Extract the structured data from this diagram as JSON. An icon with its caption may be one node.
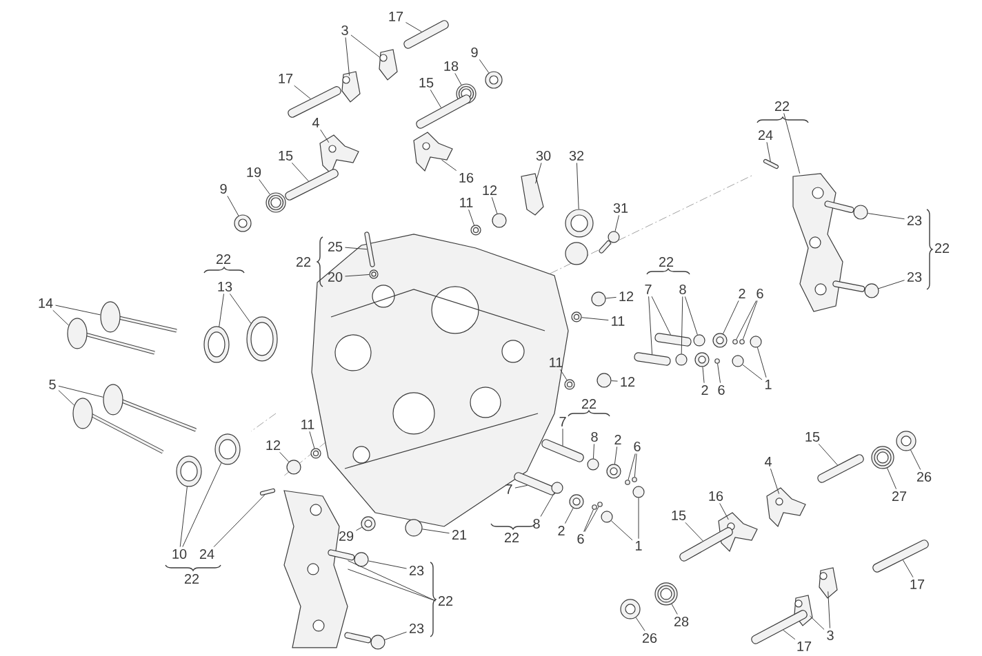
{
  "diagram": {
    "nodes": [
      {
        "text": [
          "17"
        ]
      },
      {
        "text": [
          "3"
        ]
      },
      {
        "text": [
          "9"
        ]
      },
      {
        "text": [
          "18"
        ]
      },
      {
        "text": [
          "17"
        ]
      },
      {
        "text": [
          "15"
        ]
      },
      {
        "text": [
          "4"
        ]
      },
      {
        "text": [
          "30"
        ]
      },
      {
        "text": [
          "32"
        ]
      },
      {
        "text": [
          "15"
        ]
      },
      {
        "text": [
          "19"
        ]
      },
      {
        "text": [
          "16"
        ]
      },
      {
        "text": [
          "9"
        ]
      },
      {
        "text": [
          "12"
        ]
      },
      {
        "text": [
          "11"
        ]
      },
      {
        "text": [
          "31"
        ]
      },
      {
        "text": [
          "23"
        ]
      },
      {
        "text": [
          "25"
        ]
      },
      {
        "text": [
          "20"
        ]
      },
      {
        "text": [
          "23"
        ]
      },
      {
        "text": [
          "13"
        ]
      },
      {
        "text": [
          "7"
        ]
      },
      {
        "text": [
          "8"
        ]
      },
      {
        "text": [
          "2"
        ]
      },
      {
        "text": [
          "6"
        ]
      },
      {
        "text": [
          "12"
        ]
      },
      {
        "text": [
          "14"
        ]
      },
      {
        "text": [
          "11"
        ]
      },
      {
        "text": [
          "11"
        ]
      },
      {
        "text": [
          "12"
        ]
      },
      {
        "text": [
          "1"
        ]
      },
      {
        "text": [
          "2"
        ]
      },
      {
        "text": [
          "6"
        ]
      },
      {
        "text": [
          "5"
        ]
      },
      {
        "text": [
          "11"
        ]
      },
      {
        "text": [
          "7"
        ]
      },
      {
        "text": [
          "8"
        ]
      },
      {
        "text": [
          "2"
        ]
      },
      {
        "text": [
          "6"
        ]
      },
      {
        "text": [
          "15"
        ]
      },
      {
        "text": [
          "12"
        ]
      },
      {
        "text": [
          "4"
        ]
      },
      {
        "text": [
          "26"
        ]
      },
      {
        "text": [
          "7"
        ]
      },
      {
        "text": [
          "27"
        ]
      },
      {
        "text": [
          "16"
        ]
      },
      {
        "text": [
          "15"
        ]
      },
      {
        "text": [
          "8"
        ]
      },
      {
        "text": [
          "2"
        ]
      },
      {
        "text": [
          "29"
        ]
      },
      {
        "text": [
          "21"
        ]
      },
      {
        "text": [
          "6"
        ]
      },
      {
        "text": [
          "1"
        ]
      },
      {
        "text": [
          "10"
        ]
      },
      {
        "text": [
          "24"
        ]
      },
      {
        "text": [
          "23"
        ]
      },
      {
        "text": [
          "17"
        ]
      },
      {
        "text": [
          "22"
        ]
      },
      {
        "text": [
          "28"
        ]
      },
      {
        "text": [
          "23"
        ]
      },
      {
        "text": [
          "3"
        ]
      },
      {
        "text": [
          "26"
        ]
      },
      {
        "text": [
          "17"
        ]
      },
      {
        "text": [
          "22"
        ]
      },
      {
        "text": [
          "24"
        ]
      },
      {
        "text": [],
        "shape": "picture"
      },
      {
        "text": [],
        "shape": "picture"
      },
      {
        "text": [],
        "shape": "picture"
      },
      {
        "text": [],
        "shape": "picture"
      },
      {
        "text": [],
        "shape": "picture"
      },
      {
        "text": [],
        "shape": "picture"
      },
      {
        "text": [],
        "shape": "picture"
      },
      {
        "text": [],
        "shape": "picture"
      },
      {
        "text": [],
        "shape": "picture"
      },
      {
        "text": [],
        "shape": "picture"
      },
      {
        "text": [],
        "shape": "picture"
      },
      {
        "text": [],
        "shape": "picture"
      },
      {
        "text": [],
        "shape": "picture"
      },
      {
        "text": [],
        "shape": "picture"
      },
      {
        "text": [],
        "shape": "circle"
      },
      {
        "text": [],
        "shape": "picture"
      },
      {
        "text": [],
        "shape": "picture"
      },
      {
        "text": [],
        "shape": "picture"
      },
      {
        "text": [],
        "shape": "picture"
      },
      {
        "text": [],
        "shape": "picture"
      },
      {
        "text": [],
        "shape": "picture"
      },
      {
        "text": [],
        "shape": "picture"
      },
      {
        "text": [],
        "shape": "picture"
      },
      {
        "text": [],
        "shape": "picture"
      },
      {
        "text": [],
        "shape": "picture"
      },
      {
        "text": [],
        "shape": "circle"
      },
      {
        "text": [],
        "shape": "circle"
      },
      {
        "text": [],
        "shape": "picture"
      },
      {
        "text": [],
        "shape": "circle"
      },
      {
        "text": [],
        "shape": "circle"
      },
      {
        "text": [],
        "shape": "circle"
      },
      {
        "text": [],
        "shape": "picture"
      },
      {
        "text": [],
        "shape": "picture"
      },
      {
        "text": [],
        "shape": "picture"
      },
      {
        "text": [],
        "shape": "picture"
      },
      {
        "text": [],
        "shape": "circle"
      },
      {
        "text": [],
        "shape": "circle"
      },
      {
        "text": [],
        "shape": "circle"
      },
      {
        "text": [],
        "shape": "picture"
      },
      {
        "text": [],
        "shape": "circle"
      },
      {
        "text": [],
        "shape": "picture"
      },
      {
        "text": [],
        "shape": "picture"
      },
      {
        "text": [],
        "shape": "picture"
      },
      {
        "text": [],
        "shape": "picture"
      },
      {
        "text": [],
        "shape": "circle"
      },
      {
        "text": [],
        "shape": "picture"
      },
      {
        "text": [],
        "shape": "circle"
      },
      {
        "text": [],
        "shape": "circle"
      },
      {
        "text": [],
        "shape": "picture"
      },
      {
        "text": [],
        "shape": "circle"
      },
      {
        "text": [],
        "shape": "picture"
      },
      {
        "text": [],
        "shape": "picture"
      },
      {
        "text": [],
        "shape": "picture"
      },
      {
        "text": [],
        "shape": "picture"
      },
      {
        "text": [],
        "shape": "picture"
      },
      {
        "text": [],
        "shape": "picture"
      },
      {
        "text": [],
        "shape": "circle"
      },
      {
        "text": [],
        "shape": "picture"
      },
      {
        "text": [],
        "shape": "picture"
      },
      {
        "text": [],
        "shape": "circle"
      },
      {
        "text": [],
        "shape": "circle"
      },
      {
        "text": [],
        "shape": "circle"
      },
      {
        "text": [],
        "shape": "circle"
      },
      {
        "text": [],
        "shape": "circle"
      },
      {
        "text": [],
        "shape": "picture"
      },
      {
        "text": [],
        "shape": "picture"
      },
      {
        "text": [],
        "shape": "picture"
      },
      {
        "text": [],
        "shape": "picture"
      },
      {
        "text": [],
        "shape": "picture"
      },
      {
        "text": [],
        "shape": "picture"
      },
      {
        "text": [],
        "shape": "picture"
      },
      {
        "text": [],
        "shape": "picture"
      },
      {
        "text": [],
        "shape": "picture"
      },
      {
        "text": [],
        "shape": "picture"
      },
      {
        "text": [],
        "shape": "picture"
      },
      {
        "text": [],
        "shape": "picture"
      },
      {
        "text": [],
        "shape": "picture"
      },
      {
        "text": [],
        "shape": "picture"
      }
    ],
    "edges": [
      {
        "from": 0,
        "to": 65,
        "arrow": "none"
      },
      {
        "from": 1,
        "to": 66,
        "arrow": "none"
      },
      {
        "from": 1,
        "to": 67,
        "arrow": "none"
      },
      {
        "from": 2,
        "to": 68,
        "arrow": "none"
      },
      {
        "from": 3,
        "to": 69,
        "arrow": "none"
      },
      {
        "from": 4,
        "to": 70,
        "arrow": "none"
      },
      {
        "from": 5,
        "to": 71,
        "arrow": "none"
      },
      {
        "from": 6,
        "to": 72,
        "arrow": "none"
      },
      {
        "from": 7,
        "to": 73,
        "arrow": "none"
      },
      {
        "from": 8,
        "to": 74,
        "arrow": "none"
      },
      {
        "from": 9,
        "to": 75,
        "arrow": "none"
      },
      {
        "from": 10,
        "to": 76,
        "arrow": "none"
      },
      {
        "from": 11,
        "to": 77,
        "arrow": "none"
      },
      {
        "from": 12,
        "to": 78,
        "arrow": "none"
      },
      {
        "from": 13,
        "to": 79,
        "arrow": "none"
      },
      {
        "from": 14,
        "to": 80,
        "arrow": "none"
      },
      {
        "from": 15,
        "to": 81,
        "arrow": "none"
      },
      {
        "from": 16,
        "to": 82,
        "arrow": "none"
      },
      {
        "from": 17,
        "to": 83,
        "arrow": "none"
      },
      {
        "from": 18,
        "to": 84,
        "arrow": "none"
      },
      {
        "from": 19,
        "to": 85,
        "arrow": "none"
      },
      {
        "from": 20,
        "to": 86,
        "arrow": "none"
      },
      {
        "from": 20,
        "to": 87,
        "arrow": "none"
      },
      {
        "from": 21,
        "to": 88,
        "arrow": "none"
      },
      {
        "from": 21,
        "to": 89,
        "arrow": "none"
      },
      {
        "from": 22,
        "to": 90,
        "arrow": "none"
      },
      {
        "from": 22,
        "to": 91,
        "arrow": "none"
      },
      {
        "from": 23,
        "to": 92,
        "arrow": "none"
      },
      {
        "from": 24,
        "to": 93,
        "arrow": "none"
      },
      {
        "from": 24,
        "to": 94,
        "arrow": "none"
      },
      {
        "from": 25,
        "to": 95,
        "arrow": "none"
      },
      {
        "from": 26,
        "to": 96,
        "arrow": "none"
      },
      {
        "from": 26,
        "to": 97,
        "arrow": "none"
      },
      {
        "from": 27,
        "to": 98,
        "arrow": "none"
      },
      {
        "from": 28,
        "to": 99,
        "arrow": "none"
      },
      {
        "from": 29,
        "to": 100,
        "arrow": "none"
      },
      {
        "from": 30,
        "to": 101,
        "arrow": "none"
      },
      {
        "from": 30,
        "to": 102,
        "arrow": "none"
      },
      {
        "from": 31,
        "to": 103,
        "arrow": "none"
      },
      {
        "from": 32,
        "to": 104,
        "arrow": "none"
      },
      {
        "from": 33,
        "to": 105,
        "arrow": "none"
      },
      {
        "from": 33,
        "to": 106,
        "arrow": "none"
      },
      {
        "from": 34,
        "to": 107,
        "arrow": "none"
      },
      {
        "from": 35,
        "to": 108,
        "arrow": "none"
      },
      {
        "from": 36,
        "to": 109,
        "arrow": "none"
      },
      {
        "from": 37,
        "to": 110,
        "arrow": "none"
      },
      {
        "from": 38,
        "to": 111,
        "arrow": "none"
      },
      {
        "from": 38,
        "to": 112,
        "arrow": "none"
      },
      {
        "from": 39,
        "to": 113,
        "arrow": "none"
      },
      {
        "from": 40,
        "to": 114,
        "arrow": "none"
      },
      {
        "from": 41,
        "to": 115,
        "arrow": "none"
      },
      {
        "from": 42,
        "to": 116,
        "arrow": "none"
      },
      {
        "from": 43,
        "to": 117,
        "arrow": "none"
      },
      {
        "from": 44,
        "to": 118,
        "arrow": "none"
      },
      {
        "from": 45,
        "to": 119,
        "arrow": "none"
      },
      {
        "from": 46,
        "to": 120,
        "arrow": "none"
      },
      {
        "from": 47,
        "to": 121,
        "arrow": "none"
      },
      {
        "from": 48,
        "to": 122,
        "arrow": "none"
      },
      {
        "from": 49,
        "to": 123,
        "arrow": "none"
      },
      {
        "from": 50,
        "to": 124,
        "arrow": "none"
      },
      {
        "from": 51,
        "to": 125,
        "arrow": "none"
      },
      {
        "from": 51,
        "to": 126,
        "arrow": "none"
      },
      {
        "from": 52,
        "to": 127,
        "arrow": "none"
      },
      {
        "from": 52,
        "to": 128,
        "arrow": "none"
      },
      {
        "from": 53,
        "to": 129,
        "arrow": "none"
      },
      {
        "from": 53,
        "to": 130,
        "arrow": "none"
      },
      {
        "from": 54,
        "to": 131,
        "arrow": "none"
      },
      {
        "from": 55,
        "to": 132,
        "arrow": "none"
      },
      {
        "from": 56,
        "to": 133,
        "arrow": "none"
      },
      {
        "from": 57,
        "to": 134,
        "arrow": "none"
      },
      {
        "from": 57,
        "to": 134,
        "arrow": "none"
      },
      {
        "from": 58,
        "to": 135,
        "arrow": "none"
      },
      {
        "from": 59,
        "to": 136,
        "arrow": "none"
      },
      {
        "from": 60,
        "to": 137,
        "arrow": "none"
      },
      {
        "from": 60,
        "to": 138,
        "arrow": "none"
      },
      {
        "from": 61,
        "to": 139,
        "arrow": "none"
      },
      {
        "from": 62,
        "to": 140,
        "arrow": "none"
      },
      {
        "from": 63,
        "to": 141,
        "arrow": "none"
      },
      {
        "from": 64,
        "to": 142,
        "arrow": "none"
      }
    ],
    "labels": [
      "22",
      "22",
      "22",
      "22",
      "22",
      "22",
      "22"
    ]
  }
}
